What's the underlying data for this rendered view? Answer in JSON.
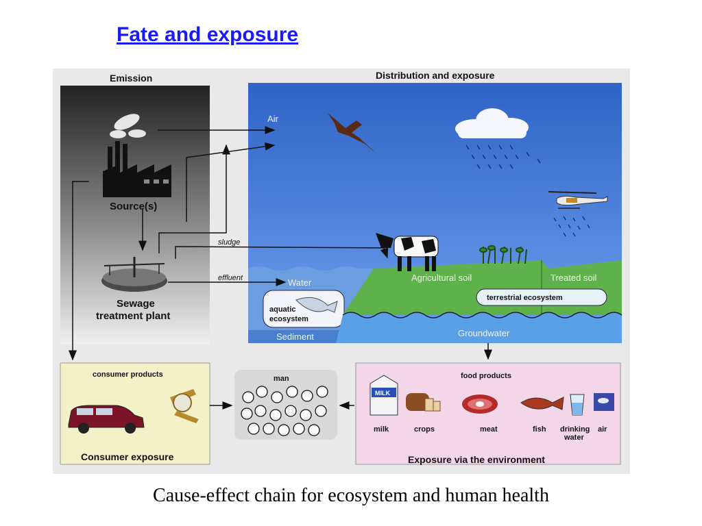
{
  "title": "Fate and exposure",
  "caption": "Cause-effect chain for ecosystem and human health",
  "emission": {
    "heading": "Emission",
    "source": "Source(s)",
    "plant_line1": "Sewage",
    "plant_line2": "treatment plant"
  },
  "distribution": {
    "heading": "Distribution and exposure",
    "air": "Air",
    "water": "Water",
    "aquatic_line1": "aquatic",
    "aquatic_line2": "ecosystem",
    "sediment": "Sediment",
    "agri_soil": "Agricultural soil",
    "treated_soil": "Treated soil",
    "terrestrial": "terrestrial ecosystem",
    "groundwater": "Groundwater"
  },
  "flows": {
    "sludge": "sludge",
    "effluent": "effluent"
  },
  "consumer": {
    "products": "consumer products",
    "exposure": "Consumer exposure"
  },
  "man": {
    "label": "man"
  },
  "environment": {
    "products": "food products",
    "exposure": "Exposure via the environment",
    "milk_pack": "MILK",
    "items": [
      {
        "label": "milk"
      },
      {
        "label": "crops"
      },
      {
        "label": "meat"
      },
      {
        "label": "fish"
      },
      {
        "label_line1": "drinking",
        "label_line2": "water"
      },
      {
        "label": "air"
      }
    ]
  },
  "colors": {
    "sky": "#3f73d2",
    "soil_green": "#5fb24b",
    "water_blue": "#6b9de0",
    "consumer_bg": "#f2f1c8",
    "food_bg": "#f3d6e8",
    "man_bg": "#d8d8d8"
  }
}
